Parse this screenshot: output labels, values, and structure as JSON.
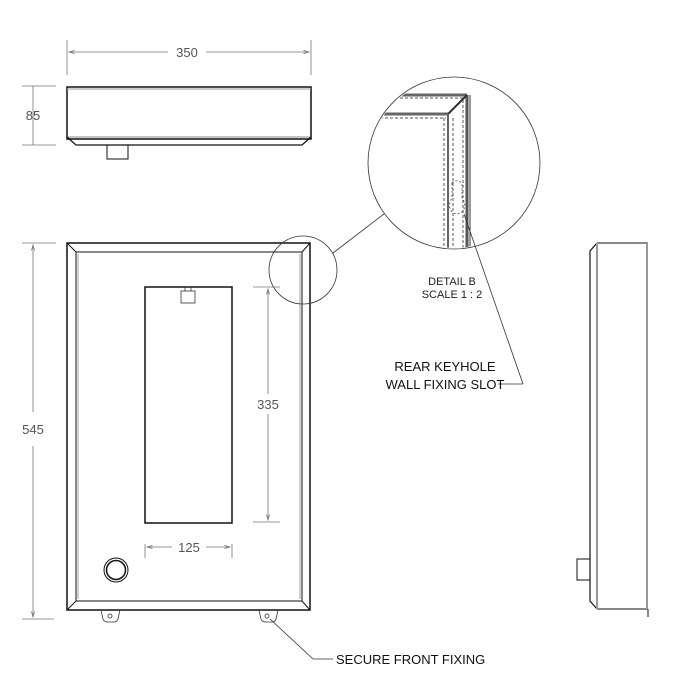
{
  "dimensions": {
    "width_top": "350",
    "depth_top": "85",
    "height_front": "545",
    "window_height": "335",
    "window_width": "125"
  },
  "detail": {
    "title": "DETAIL B",
    "scale": "SCALE 1 : 2"
  },
  "callouts": {
    "keyhole_line1": "REAR KEYHOLE",
    "keyhole_line2": "WALL FIXING SLOT",
    "front_fixing": "SECURE FRONT FIXING"
  },
  "colors": {
    "outline": "#111111",
    "dimension": "#777777",
    "hidden": "#555555"
  }
}
